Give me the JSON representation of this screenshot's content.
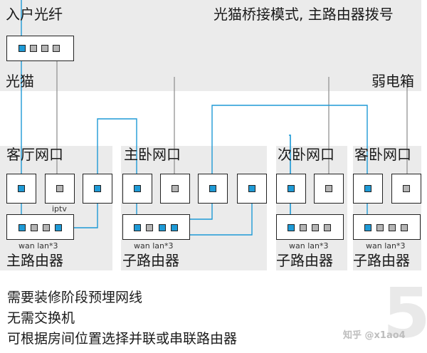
{
  "top": {
    "fiber_label": "入户光纤",
    "mode_label": "光猫桥接模式, 主路由器拨号",
    "modem_label": "光猫",
    "box_label": "弱电箱"
  },
  "rooms": {
    "living": "客厅网口",
    "master": "主卧网口",
    "second": "次卧网口",
    "guest": "客卧网口"
  },
  "port_labels": {
    "iptv": "iptv",
    "wan_lan_living": "wan lan*3",
    "wan_lan_master": "wan lan*3",
    "wan_lan_second": "wan lan*3",
    "wan_lan_guest": "wan lan*3"
  },
  "routers": {
    "living": "主路由器",
    "master": "子路由器",
    "second": "子路由器",
    "guest": "子路由器"
  },
  "notes": [
    "需要装修阶段预埋网线",
    "无需交换机",
    "可根据房间位置选择并联或串联路由器"
  ],
  "watermark": "知乎 @x1ao4",
  "page_number": "5",
  "colors": {
    "wire": "#1e9ad6",
    "gray_wire": "#9a9a9a",
    "panel": "#ebebeb",
    "port_active": "#1e9ad6",
    "port_idle": "#b5b5b5"
  }
}
